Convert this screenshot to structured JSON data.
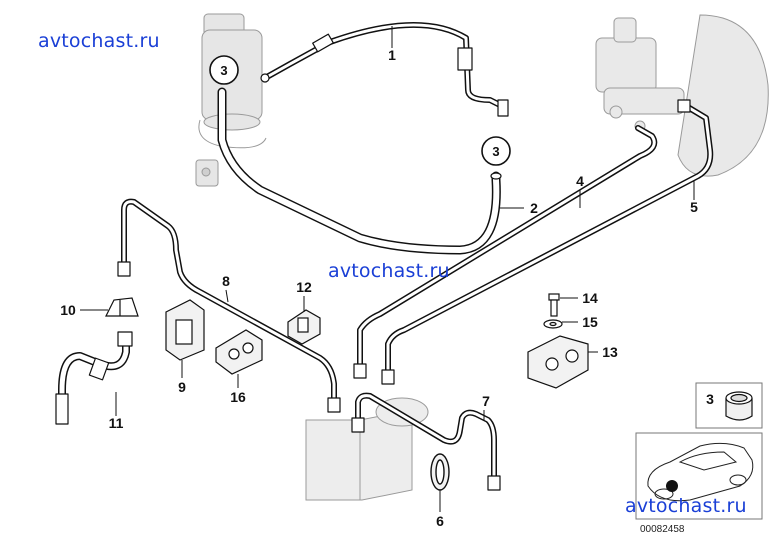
{
  "watermarks": [
    "avtochast.ru",
    "avtochast.ru",
    "avtochast.ru"
  ],
  "catalog_number": "00082458",
  "callouts": {
    "p1": "1",
    "p2": "2",
    "p3a": "3",
    "p3b": "3",
    "p3c": "3",
    "p4": "4",
    "p5": "5",
    "p6": "6",
    "p7": "7",
    "p8": "8",
    "p9": "9",
    "p10": "10",
    "p11": "11",
    "p12": "12",
    "p13": "13",
    "p14": "14",
    "p15": "15",
    "p16": "16"
  },
  "colors": {
    "watermark": "#1a3fd6",
    "line": "#111111",
    "part_fill": "#ececec"
  }
}
